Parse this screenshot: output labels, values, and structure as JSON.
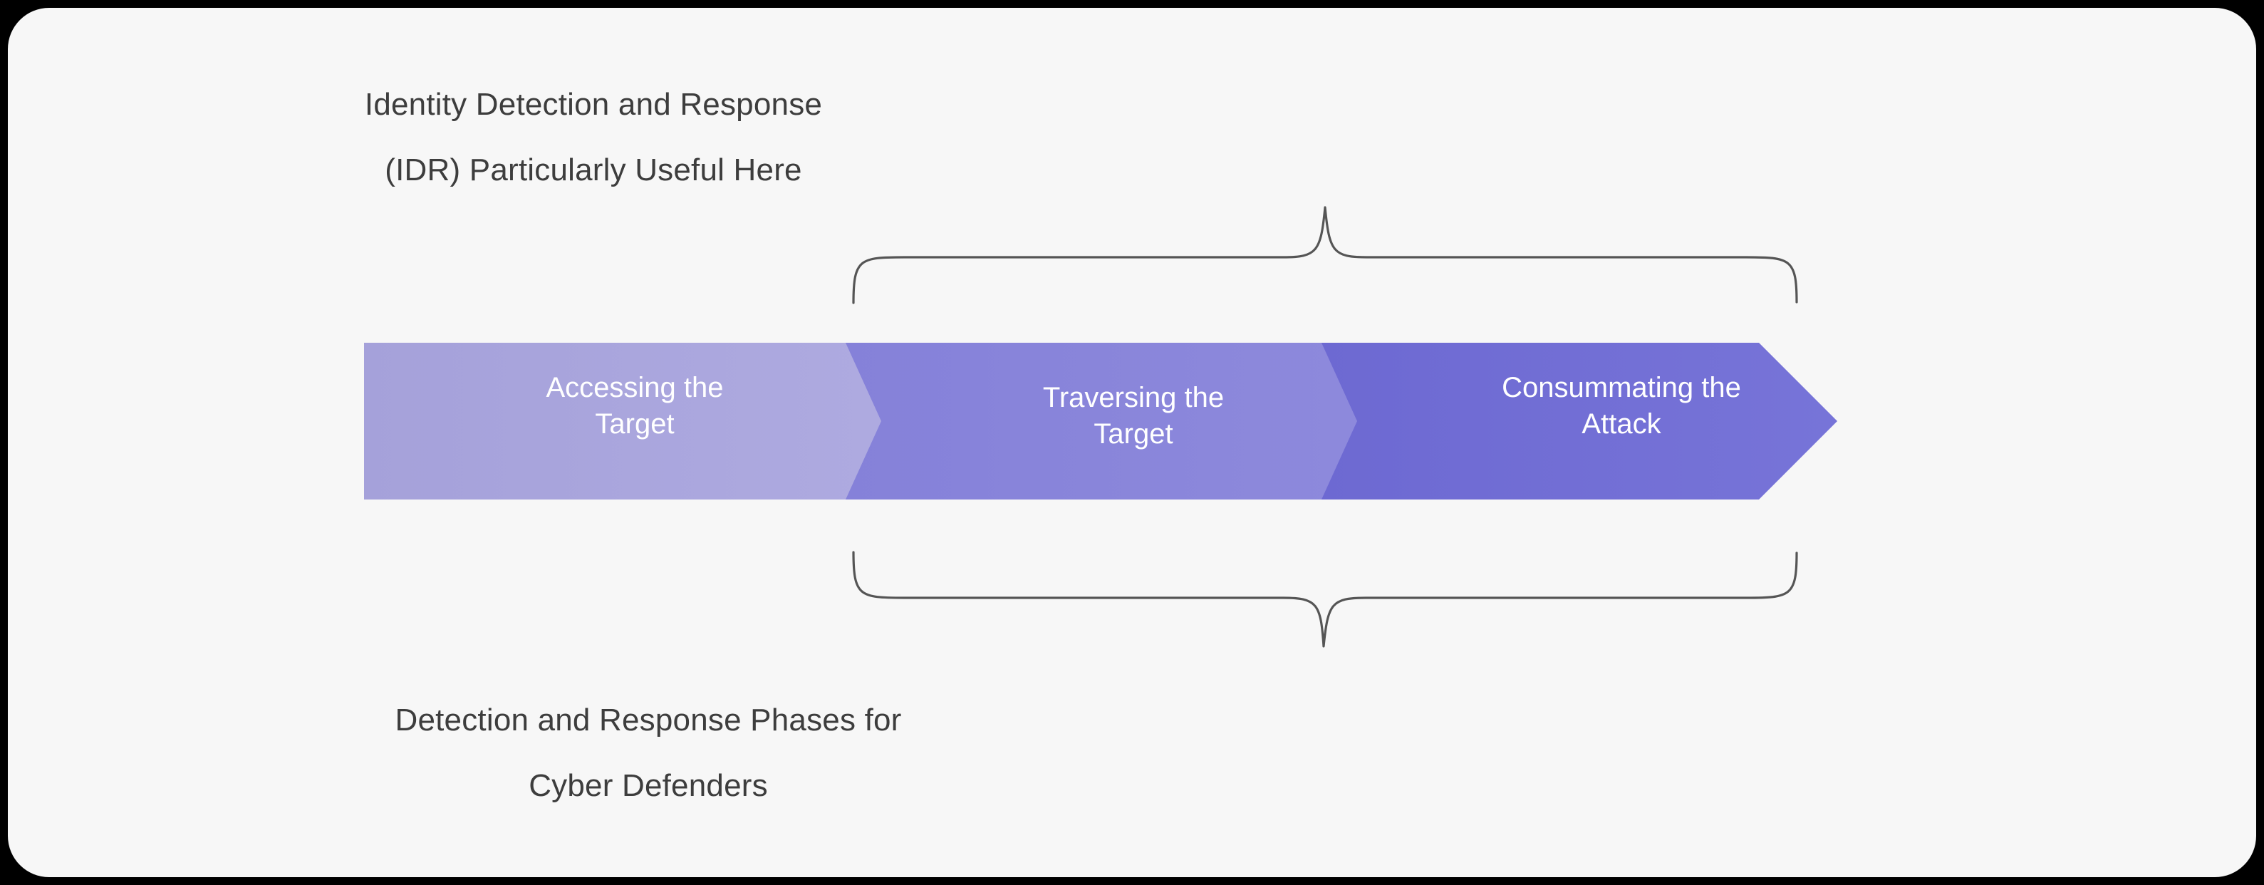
{
  "diagram": {
    "background_color": "#f7f7f7",
    "frame_color": "#000000",
    "text_color": "#3d3d3d",
    "brace_color": "#555555",
    "annotations": {
      "top": {
        "line1": "Identity Detection and Response",
        "line2": "(IDR) Particularly Useful Here"
      },
      "bottom": {
        "line1": "Detection and Response Phases for",
        "line2": "Cyber Defenders"
      }
    },
    "stages": [
      {
        "id": "accessing-the-target",
        "line1": "Accessing the",
        "line2": "Target",
        "color": "#a8a4dc",
        "color_end": "#aaa6de",
        "order": 1
      },
      {
        "id": "traversing-the-target",
        "line1": "Traversing the",
        "line2": "Target",
        "color": "#8481d8",
        "color_end": "#8a87da",
        "order": 2
      },
      {
        "id": "consummating-the-attack",
        "line1": "Consummating the",
        "line2": "Attack",
        "color": "#6a66d0",
        "color_end": "#7471d6",
        "order": 3
      }
    ],
    "braces": {
      "top_covers": [
        "traversing-the-target",
        "consummating-the-attack"
      ],
      "bottom_covers": [
        "traversing-the-target",
        "consummating-the-attack"
      ]
    }
  },
  "chart_data": {
    "type": "diagram",
    "subtype": "process-chevron-flow",
    "title": "",
    "categories": [
      "Accessing the Target",
      "Traversing the Target",
      "Consummating the Attack"
    ],
    "values": [
      1,
      2,
      3
    ],
    "annotations": [
      {
        "text": "Identity Detection and Response (IDR) Particularly Useful Here",
        "position": "above",
        "spans": [
          "Traversing the Target",
          "Consummating the Attack"
        ]
      },
      {
        "text": "Detection and Response Phases for Cyber Defenders",
        "position": "below",
        "spans": [
          "Traversing the Target",
          "Consummating the Attack"
        ]
      }
    ],
    "legend": [],
    "xlabel": "",
    "ylabel": ""
  }
}
